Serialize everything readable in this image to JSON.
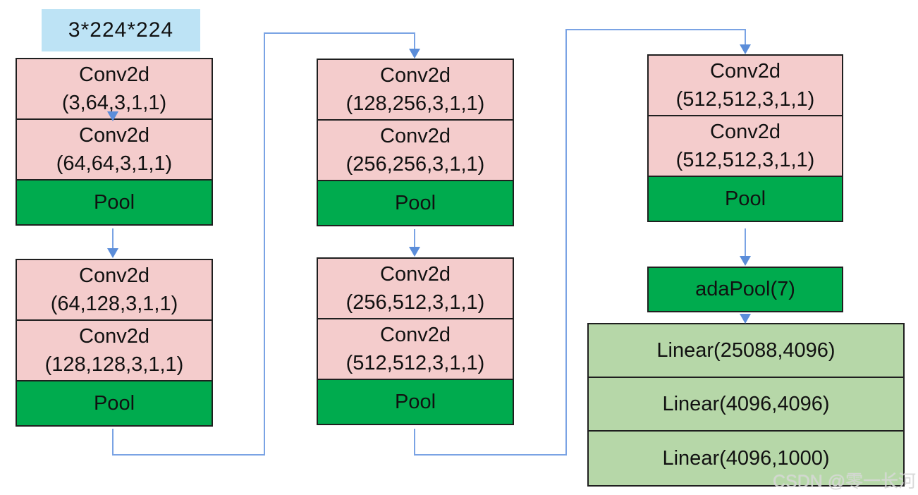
{
  "input_label": "3*224*224",
  "conv_title": "Conv2d",
  "pool_label": "Pool",
  "blocks": [
    {
      "convs": [
        "(3,64,3,1,1)",
        "(64,64,3,1,1)"
      ]
    },
    {
      "convs": [
        "(64,128,3,1,1)",
        "(128,128,3,1,1)"
      ]
    },
    {
      "convs": [
        "(128,256,3,1,1)",
        "(256,256,3,1,1)"
      ]
    },
    {
      "convs": [
        "(256,512,3,1,1)",
        "(512,512,3,1,1)"
      ]
    },
    {
      "convs": [
        "(512,512,3,1,1)",
        "(512,512,3,1,1)"
      ]
    }
  ],
  "ada_pool_label": "adaPool(7)",
  "linear_labels": [
    "Linear(25088,4096)",
    "Linear(4096,4096)",
    "Linear(4096,1000)"
  ],
  "watermark": "CSDN @零一长河",
  "colors": {
    "input_fill": "#bde3f5",
    "conv_fill": "#f4cccc",
    "pool_fill": "#00ab4e",
    "linear_fill": "#b6d7a8",
    "border": "#1f1f1f",
    "connector": "#7aa3e4",
    "arrowhead": "#5b8dd9"
  }
}
